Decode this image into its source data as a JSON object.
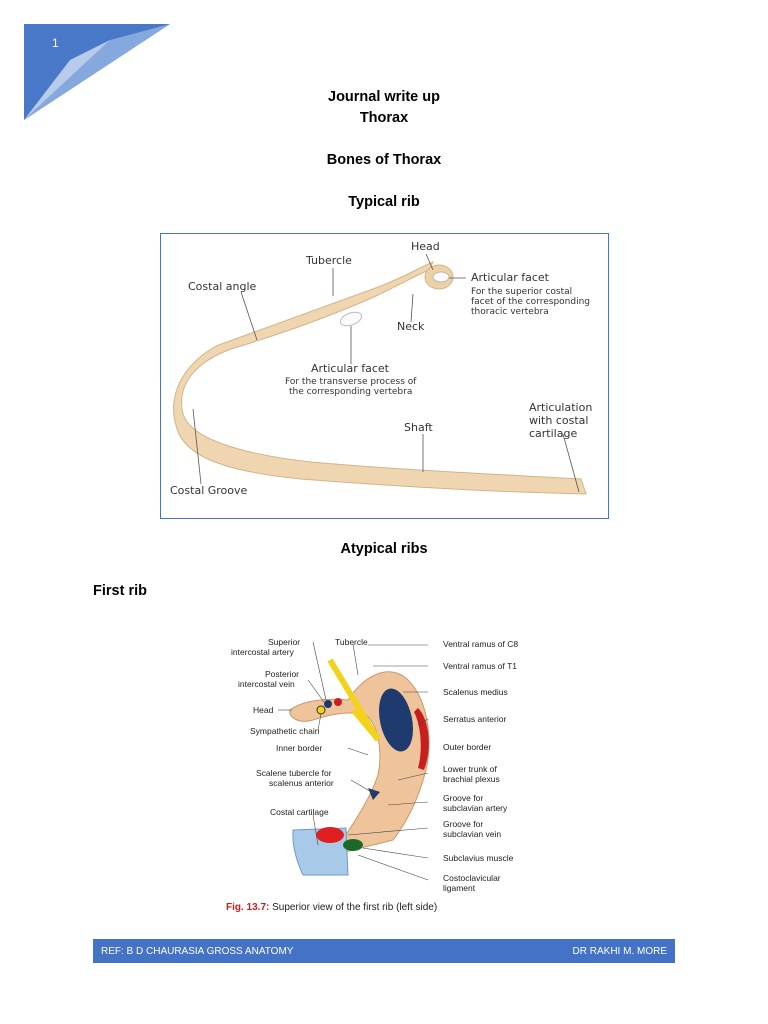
{
  "page_number": "1",
  "title_line1": "Journal write up",
  "title_line2": "Thorax",
  "section_title": "Bones of Thorax",
  "typical_rib_heading": "Typical rib",
  "atypical_heading": "Atypical ribs",
  "first_rib_heading": "First rib",
  "figure1": {
    "head": "Head",
    "tubercle": "Tubercle",
    "costal_angle": "Costal angle",
    "articular_facet_1": "Articular facet",
    "articular_facet_1_desc1": "For the superior costal",
    "articular_facet_1_desc2": "facet of the corresponding",
    "articular_facet_1_desc3": "thoracic vertebra",
    "neck": "Neck",
    "articular_facet_2": "Articular facet",
    "articular_facet_2_desc1": "For the transverse process of",
    "articular_facet_2_desc2": "the corresponding vertebra",
    "articulation1": "Articulation",
    "articulation2": "with  costal",
    "articulation3": "cartilage",
    "shaft": "Shaft",
    "costal_groove": "Costal Groove"
  },
  "figure2": {
    "superior_intercostal_artery1": "Superior",
    "superior_intercostal_artery2": "intercostal artery",
    "tubercle": "Tubercle",
    "posterior_intercostal_vein1": "Posterior",
    "posterior_intercostal_vein2": "intercostal vein",
    "head": "Head",
    "sympathetic_chain": "Sympathetic chain",
    "inner_border": "Inner border",
    "scalene_tubercle1": "Scalene tubercle for",
    "scalene_tubercle2": "scalenus anterior",
    "costal_cartilage": "Costal cartilage",
    "ventral_ramus_c8": "Ventral ramus of C8",
    "ventral_ramus_t1": "Ventral ramus of T1",
    "scalenus_medius": "Scalenus medius",
    "serratus_anterior": "Serratus anterior",
    "outer_border": "Outer border",
    "lower_trunk1": "Lower trunk of",
    "lower_trunk2": "brachial plexus",
    "groove_artery1": "Groove for",
    "groove_artery2": "subclavian artery",
    "groove_vein1": "Groove for",
    "groove_vein2": "subclavian vein",
    "subclavius": "Subclavius muscle",
    "costoclavicular1": "Costoclavicular",
    "costoclavicular2": "ligament",
    "caption_prefix": "Fig. 13.7:",
    "caption_text": " Superior view of the first rib (left side)"
  },
  "footer_left": "REF: B D CHAURASIA GROSS ANATOMY",
  "footer_right": "DR RAKHI M. MORE",
  "colors": {
    "accent": "#4472c4",
    "bone": "#efd6b0",
    "scalenus_medius": "#1f3a6e",
    "serratus": "#c81e1e"
  }
}
